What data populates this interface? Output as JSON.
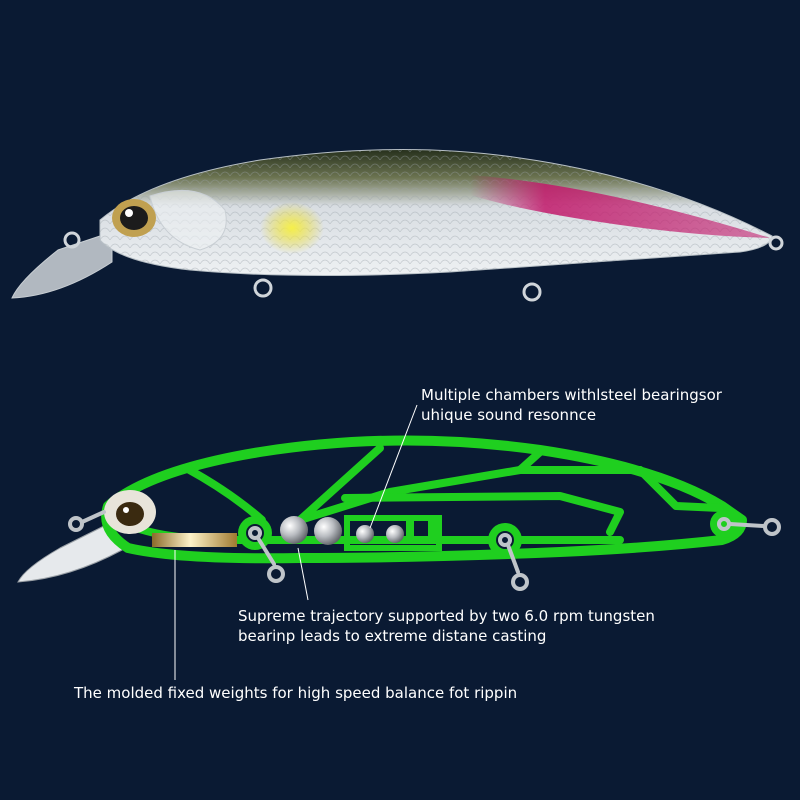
{
  "photo": {
    "subject": "lure-photo",
    "colors": {
      "background": "#0a1a33",
      "back": "#2d3a20",
      "spot": "#f0e83a",
      "stripe": "#c2186a",
      "body": "#d9dde2"
    }
  },
  "diagram": {
    "colors": {
      "frame": "#1fcf1f",
      "weight": "#c9a04a",
      "steel_ball": "#b9bcc1",
      "hook_ring": "#bfc4c9",
      "lip": "#e6e9ec",
      "leader_line": "#ffffff"
    },
    "callouts": [
      {
        "id": "chambers",
        "lines": [
          "Multiple chambers withlsteel bearingsor",
          "uhique sound resonnce"
        ]
      },
      {
        "id": "bearings",
        "lines": [
          "Supreme trajectory supported by two 6.0 rpm tungsten",
          "bearinp leads to extreme distane casting"
        ]
      },
      {
        "id": "weights",
        "lines": [
          "The molded fixed weights for high speed balance fot rippin"
        ]
      }
    ]
  }
}
